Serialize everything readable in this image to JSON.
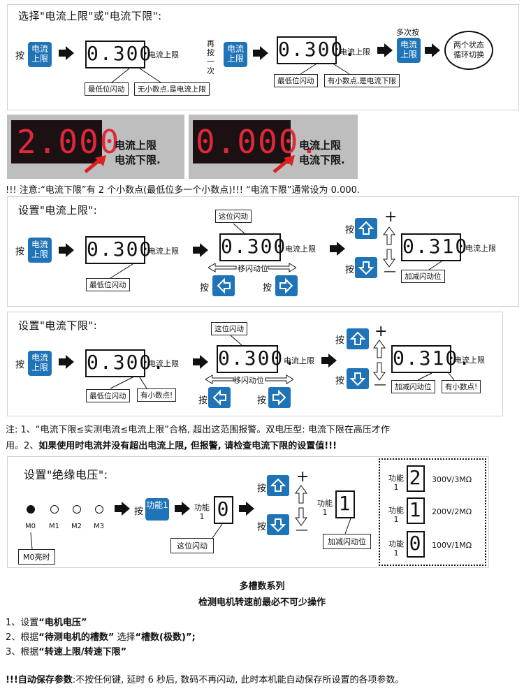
{
  "sec1": {
    "title": "选择\"电流上限\"或\"电流下限\":",
    "press": "按",
    "btn": "电流上限",
    "disp1": "0.300",
    "label_upper": "电流上限",
    "box_lowest": "最低位闪动",
    "box_no_dot": "无小数点,是电流上限",
    "press_again": "再按一次",
    "disp2": "0.300.",
    "label_upper2": "电流上限",
    "box_lowest2": "最低位闪动",
    "box_has_dot": "有小数点,是电流下限",
    "multi_press": "多次按",
    "cycle": "两个状态循环切换"
  },
  "photos": {
    "p1_digits": "2.000",
    "p2_digits": "0.000.",
    "cap_upper": "电流上限",
    "cap_lower": "电流下限."
  },
  "note1": "!!! 注意:“电流下限”有 2 个小数点(最低位多一个小数点)!!!   “电流下限”通常设为 0.000.",
  "sec2": {
    "title": "设置\"电流上限\":",
    "press": "按",
    "btn": "电流上限",
    "disp1": "0.300",
    "label": "电流上限",
    "box_lowest": "最低位闪动",
    "box_flash": "这位闪动",
    "disp2": "0.300",
    "label2": "电流上限",
    "move": "移闪动位",
    "press_l": "按",
    "press_r": "按",
    "press_up": "按",
    "press_down": "按",
    "plus": "+",
    "minus": "—",
    "disp3": "0.310",
    "label3": "电流上限",
    "box_adj": "加减闪动位"
  },
  "sec3": {
    "title": "设置\"电流下限\":",
    "press": "按",
    "btn": "电流上限",
    "disp1": "0.300.",
    "label": "电流上限",
    "box_lowest": "最低位闪动",
    "box_dot": "有小数点!",
    "box_flash": "这位闪动",
    "disp2": "0.300.",
    "label2": "电流上限",
    "move": "移闪动位",
    "press_l": "按",
    "press_r": "按",
    "press_up": "按",
    "press_down": "按",
    "plus": "+",
    "minus": "—",
    "disp3": "0.310.",
    "label3": "电流上限",
    "box_adj": "加减闪动位",
    "box_dot2": "有小数点!"
  },
  "note2_a": "注: 1、“电流下限≤实测电流≤电流上限”合格, 超出这范围报警。双电压型: 电流下限在高压才作",
  "note2_b_plain": "用。2、",
  "note2_b_bold": "如果使用时电流并没有超出电流上限, 但报警, 请检查电流下限的设置值!!!",
  "sec4": {
    "title": "设置\"绝缘电压\":",
    "leds": [
      "M0",
      "M1",
      "M2",
      "M3"
    ],
    "m0_box": "M0亮时",
    "press": "按",
    "btn": "功能1",
    "func": "功能1",
    "digit1": "0",
    "box_flash": "这位闪动",
    "press_up": "按",
    "press_down": "按",
    "plus": "+",
    "minus": "—",
    "func2": "功能1",
    "digit2": "1",
    "box_adj": "加减闪动位",
    "options": [
      {
        "func": "功能1",
        "digit": "2",
        "desc": "300V/3MΩ"
      },
      {
        "func": "功能1",
        "digit": "1",
        "desc": "200V/2MΩ"
      },
      {
        "func": "功能1",
        "digit": "0",
        "desc": "100V/1MΩ"
      }
    ]
  },
  "footer": {
    "line1": "多槽数系列",
    "line2": "检测电机转速前最必不可少操作",
    "step1_a": "1、设置",
    "step1_b": "“电机电压”",
    "step2_a": "2、根据",
    "step2_b": "“待测电机的槽数”",
    "step2_c": " 选择",
    "step2_d": "“槽数(极数)”;",
    "step3_a": "3、根据",
    "step3_b": "“转速上限/转速下限”",
    "save_bold": "!!!自动保存参数",
    "save_rest": ":不按任何键, 延时 6 秒后, 数码不再闪动, 此时本机能自动保存所设置的各项参数。"
  }
}
